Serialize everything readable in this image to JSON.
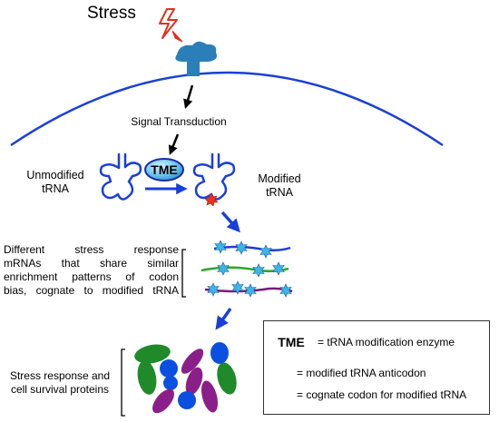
{
  "title": "Stress",
  "signal_transduction": "Signal Transduction",
  "unmodified_trna": [
    "Unmodified",
    "tRNA"
  ],
  "modified_trna": [
    "Modified",
    "tRNA"
  ],
  "enzyme_label": "TME",
  "mrna_text": [
    "Different stress response",
    "mRNAs that share similar",
    "enrichment patterns of codon",
    "bias, cognate to modified tRNA"
  ],
  "protein_text": [
    "Stress response and",
    "cell survival proteins"
  ],
  "legend": {
    "enzyme_badge": "TME",
    "enzyme_desc": "= tRNA modification enzyme",
    "anticodon_desc": "= modified tRNA anticodon",
    "codon_desc": "= cognate codon for modified tRNA"
  },
  "colors": {
    "membrane": "#1a3fd9",
    "trna": "#1a3fd9",
    "receptor": "#2b7fb8",
    "lightning": "#e03020",
    "mrna_blue": "#1a3fd9",
    "mrna_green": "#2aa62a",
    "mrna_purple": "#7a1a7a",
    "codon_star": "#3fb4e6",
    "anticodon_star": "#e8321e",
    "protein_green": "#1f8a2a",
    "protein_blue": "#0a4fe0",
    "protein_purple": "#8a1f8a"
  }
}
